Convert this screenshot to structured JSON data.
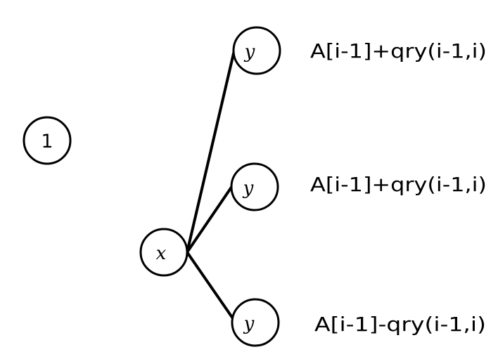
{
  "nodes": {
    "root": {
      "label": "1"
    },
    "x": {
      "label": "x"
    },
    "y_top": {
      "label": "y"
    },
    "y_middle": {
      "label": "y"
    },
    "y_bottom": {
      "label": "y"
    }
  },
  "annotations": {
    "top": "A[i-1]+qry(i-1,i)",
    "middle": "A[i-1]+qry(i-1,i)",
    "bottom": "A[i-1]-qry(i-1,i)"
  }
}
